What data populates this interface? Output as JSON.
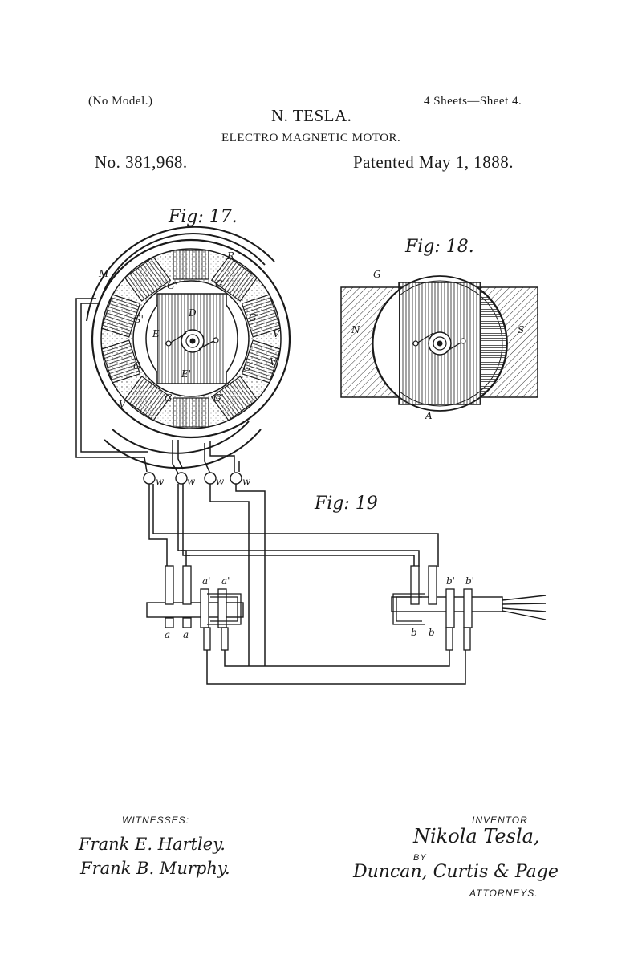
{
  "header": {
    "model": "(No Model.)",
    "inventor_name": "N. TESLA.",
    "sheets": "4 Sheets—Sheet 4.",
    "title": "ELECTRO MAGNETIC MOTOR.",
    "patent_no": "No. 381,968.",
    "patent_date": "Patented May 1, 1888."
  },
  "figures": {
    "fig17": "Fig: 17.",
    "fig18": "Fig: 18.",
    "fig19": "Fig: 19"
  },
  "labels": {
    "M": "M",
    "R": "R",
    "G": "G",
    "Gp": "G'",
    "D": "D",
    "E": "E",
    "Ep": "E'",
    "V": "V",
    "N": "N",
    "S": "S",
    "A": "A",
    "w": "w",
    "a": "a",
    "ap": "a'",
    "b": "b",
    "bp": "b'"
  },
  "footer": {
    "witnesses_label": "WITNESSES:",
    "witness1": "Frank E. Hartley.",
    "witness2": "Frank B. Murphy.",
    "inventor_label": "INVENTOR",
    "inventor_sig": "Nikola Tesla,",
    "by": "BY",
    "attorneys_sig": "Duncan, Curtis & Page",
    "attorneys_label": "ATTORNEYS."
  }
}
